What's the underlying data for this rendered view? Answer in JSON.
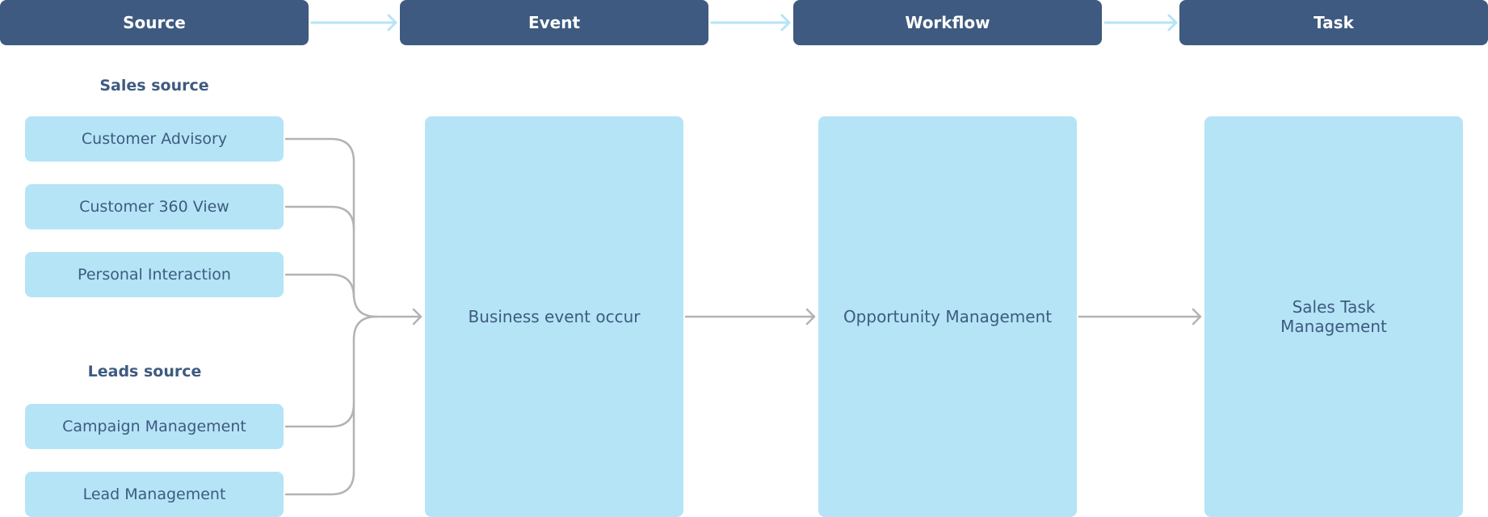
{
  "headers": [
    "Source",
    "Event",
    "Workflow",
    "Task"
  ],
  "sources": {
    "sales_label": "Sales source",
    "sales_items": [
      "Customer Advisory",
      "Customer 360 View",
      "Personal Interaction"
    ],
    "leads_label": "Leads source",
    "leads_items": [
      "Campaign Management",
      "Lead Management"
    ]
  },
  "event": {
    "label": "Business event occur"
  },
  "workflow": {
    "label": "Opportunity Management"
  },
  "task": {
    "line1": "Sales Task",
    "line2": "Management"
  },
  "colors": {
    "header_bg": "#3e5a80",
    "box_bg": "#b5e4f7",
    "text": "#3e5a80",
    "connector": "#b3b3b3",
    "header_arrow": "#b5e4f7"
  }
}
